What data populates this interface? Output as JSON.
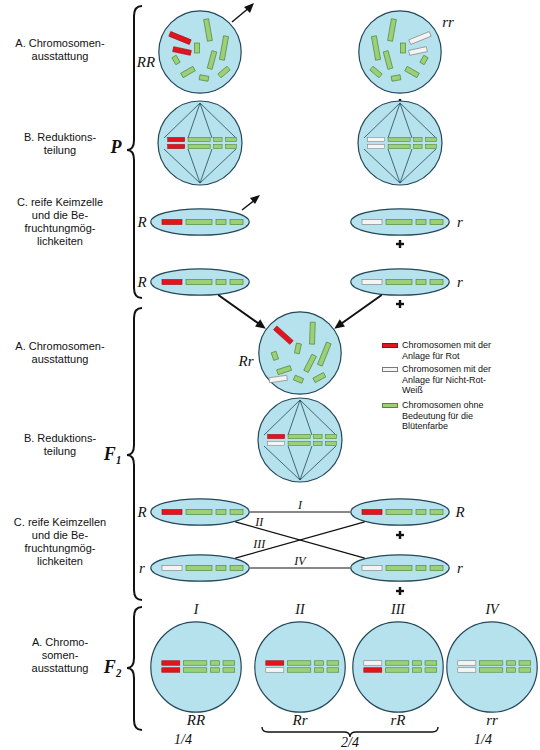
{
  "diagram": {
    "nodes": [
      {
        "text": [
          "RR"
        ]
      },
      {
        "text": [
          "rr"
        ]
      },
      {
        "text": [
          "R"
        ]
      },
      {
        "text": [
          "r"
        ]
      },
      {
        "text": [
          "R"
        ]
      },
      {
        "text": [
          "r"
        ]
      },
      {
        "text": [
          "Rr"
        ]
      },
      {
        "text": [
          "R"
        ]
      },
      {
        "text": [
          "R"
        ]
      },
      {
        "text": [
          "r"
        ]
      },
      {
        "text": [
          "r"
        ]
      },
      {
        "text": [
          "I",
          "RR"
        ]
      },
      {
        "text": [
          "II",
          "Rr"
        ]
      },
      {
        "text": [
          "III",
          "rR"
        ]
      },
      {
        "text": [
          "IV",
          "rr"
        ]
      }
    ],
    "edges": [
      {
        "from": 4,
        "to": 6,
        "arrow": "to"
      },
      {
        "from": 5,
        "to": 6,
        "arrow": "to"
      },
      {
        "from": 7,
        "to": 8,
        "label": "I",
        "arrow": "none"
      },
      {
        "from": 7,
        "to": 10,
        "label": "II",
        "arrow": "none"
      },
      {
        "from": 9,
        "to": 8,
        "label": "III",
        "arrow": "none"
      },
      {
        "from": 9,
        "to": 10,
        "label": "IV",
        "arrow": "none"
      }
    ],
    "labels": [
      "A. Chromosomen- ausstattung",
      "B. Reduktions- teilung",
      "C. reife Keimzelle und die Be- fruchtungmög- lichkeiten",
      "P",
      "A. Chromosomen- ausstattung",
      "B. Reduktions- teilung",
      "C. reife Keimzellen und die Be- fruchtungmög- lichkeiten",
      "F₁",
      "A. Chromo- somen- ausstattung",
      "F₂",
      "1/4",
      "2/4",
      "1/4"
    ],
    "legend": [
      {
        "text": "Chromosomen mit der Anlage für Rot",
        "color": "#e2141e"
      },
      {
        "text": "Chromosomen mit der Anlage für Nicht-Rot-Weiß",
        "color": "#f4f4f4"
      },
      {
        "text": "Chromosomen ohne Bedeutung für die Blütenfarbe",
        "color": "#9ccf78"
      }
    ]
  }
}
